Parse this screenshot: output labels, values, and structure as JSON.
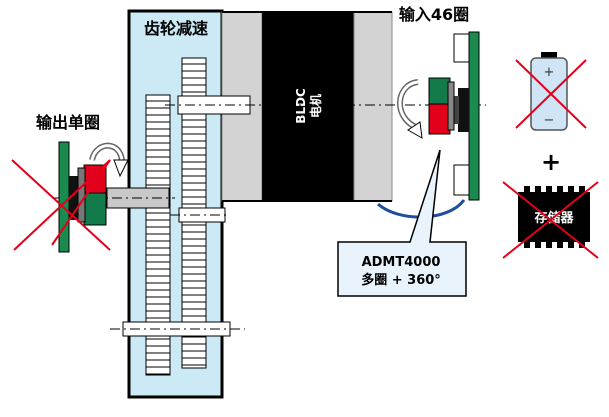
{
  "labels": {
    "gearbox": "齿轮减速",
    "motor_line1": "BLDC",
    "motor_line2": "电机",
    "input_turns": "输入46圈",
    "output_turns": "输出单圈",
    "callout_line1": "ADMT4000",
    "callout_line2": "多圈 + 360°",
    "memory": "存储器",
    "battery_plus": "+",
    "battery_minus": "−",
    "plus_sign": "+"
  },
  "colors": {
    "gearbox_fill": "#cce9f6",
    "motor_gray": "#d3d3d3",
    "motor_black": "#000000",
    "magnet_red": "#e3001b",
    "magnet_green": "#137a49",
    "pcb_green": "#1a8a4f",
    "cross_red": "#e3001b",
    "arrow_blue": "#1f4e9c",
    "battery_fill": "#cfe5f5",
    "callout_fill": "#e9f3fb"
  }
}
